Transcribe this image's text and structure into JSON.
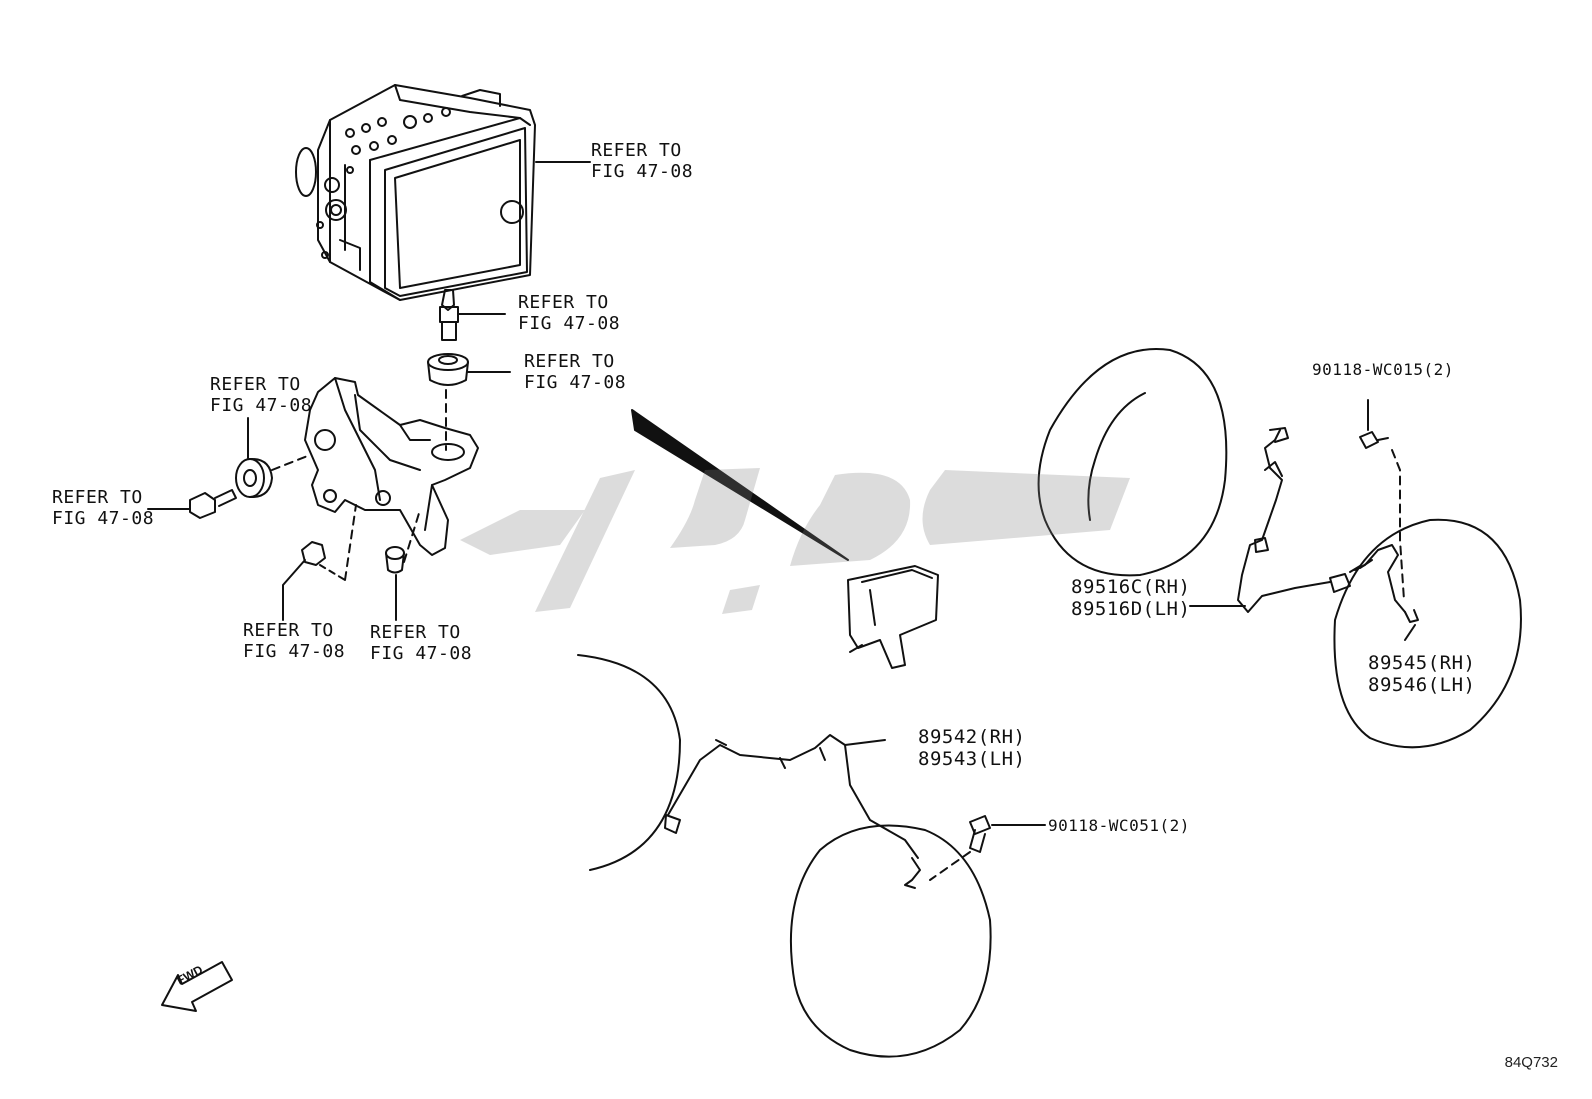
{
  "diagram": {
    "labels": {
      "abs_actuator": [
        "REFER TO",
        "FIG 47-08"
      ],
      "stud_bolt": [
        "REFER TO",
        "FIG 47-08"
      ],
      "upper_cushion": [
        "REFER TO",
        "FIG 47-08"
      ],
      "side_cushion": [
        "REFER TO",
        "FIG 47-08"
      ],
      "side_bolt": [
        "REFER TO",
        "FIG 47-08"
      ],
      "lower_nut": [
        "REFER TO",
        "FIG 47-08"
      ],
      "lower_collar": [
        "REFER TO",
        "FIG 47-08"
      ],
      "front_harness": [
        "89516C(RH)",
        "89516D(LH)"
      ],
      "rear_sensor_part": [
        "89545(RH)",
        "89546(LH)"
      ],
      "rear_bolt": "90118-WC015(2)",
      "front_sensor_part": [
        "89542(RH)",
        "89543(LH)"
      ],
      "front_bolt": "90118-WC051(2)"
    },
    "fwd_indicator": "FWD",
    "illustration_code": "84Q732"
  },
  "colors": {
    "line": "#111111",
    "watermark": "#9a9a9a",
    "background": "#ffffff"
  }
}
